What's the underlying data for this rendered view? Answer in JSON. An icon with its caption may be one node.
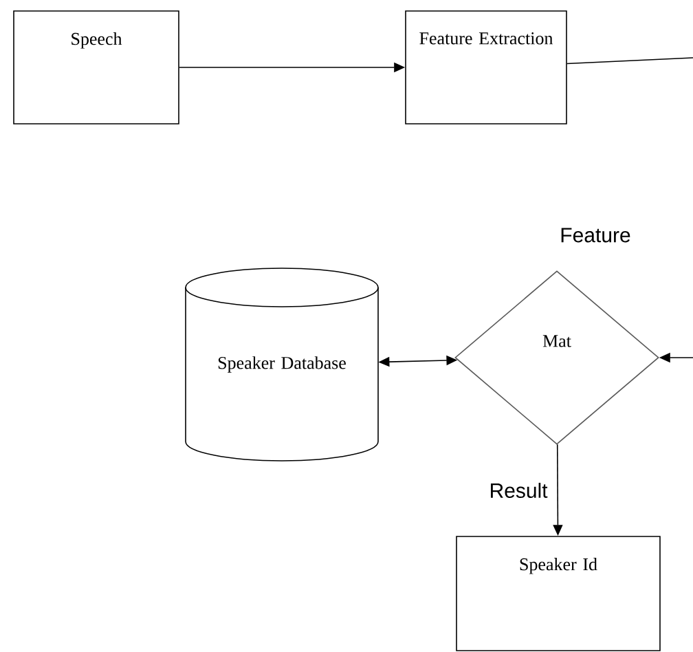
{
  "diagram": {
    "nodes": [
      {
        "text": [
          "Speech"
        ]
      },
      {
        "text": [
          "Feature Extraction"
        ]
      },
      {
        "text": [
          "Speaker Database"
        ]
      },
      {
        "text": [
          "Feature",
          "Mat"
        ]
      },
      {
        "text": [
          "Speaker Id"
        ]
      }
    ],
    "edges": [
      {
        "from": 0,
        "to": 1,
        "arrow": "to"
      },
      {
        "from": 1,
        "to": null,
        "arrow": "none"
      },
      {
        "from": null,
        "to": 3,
        "arrow": "to"
      },
      {
        "from": 2,
        "to": 3,
        "arrow": "both"
      },
      {
        "from": 3,
        "to": 4,
        "arrow": "to",
        "label": "Result"
      }
    ]
  }
}
